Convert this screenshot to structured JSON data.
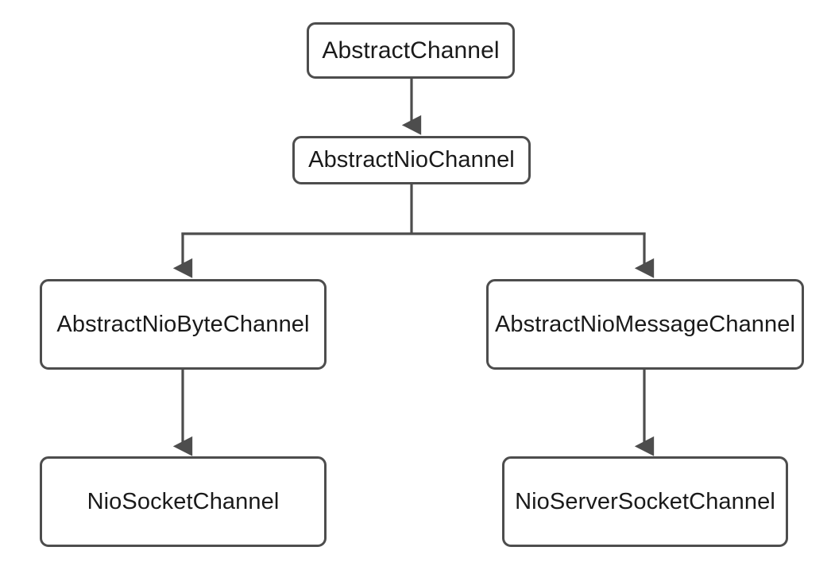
{
  "diagram": {
    "type": "class-hierarchy-tree",
    "background_color": "#ffffff",
    "node_border_color": "#4d4d4d",
    "node_fill_color": "#ffffff",
    "edge_color": "#4d4d4d",
    "text_color": "#1a1a1a",
    "nodes": [
      {
        "id": "abstract-channel",
        "label": "AbstractChannel"
      },
      {
        "id": "abstract-nio-channel",
        "label": "AbstractNioChannel"
      },
      {
        "id": "abstract-nio-byte-channel",
        "label": "AbstractNioByteChannel"
      },
      {
        "id": "abstract-nio-message-channel",
        "label": "AbstractNioMessageChannel"
      },
      {
        "id": "nio-socket-channel",
        "label": "NioSocketChannel"
      },
      {
        "id": "nio-server-socket-channel",
        "label": "NioServerSocketChannel"
      }
    ],
    "edges": [
      {
        "from": "abstract-channel",
        "to": "abstract-nio-channel",
        "style": "arrow"
      },
      {
        "from": "abstract-nio-channel",
        "to": "abstract-nio-byte-channel",
        "style": "elbow-arrow"
      },
      {
        "from": "abstract-nio-channel",
        "to": "abstract-nio-message-channel",
        "style": "elbow-arrow"
      },
      {
        "from": "abstract-nio-byte-channel",
        "to": "nio-socket-channel",
        "style": "arrow"
      },
      {
        "from": "abstract-nio-message-channel",
        "to": "nio-server-socket-channel",
        "style": "arrow"
      }
    ]
  }
}
